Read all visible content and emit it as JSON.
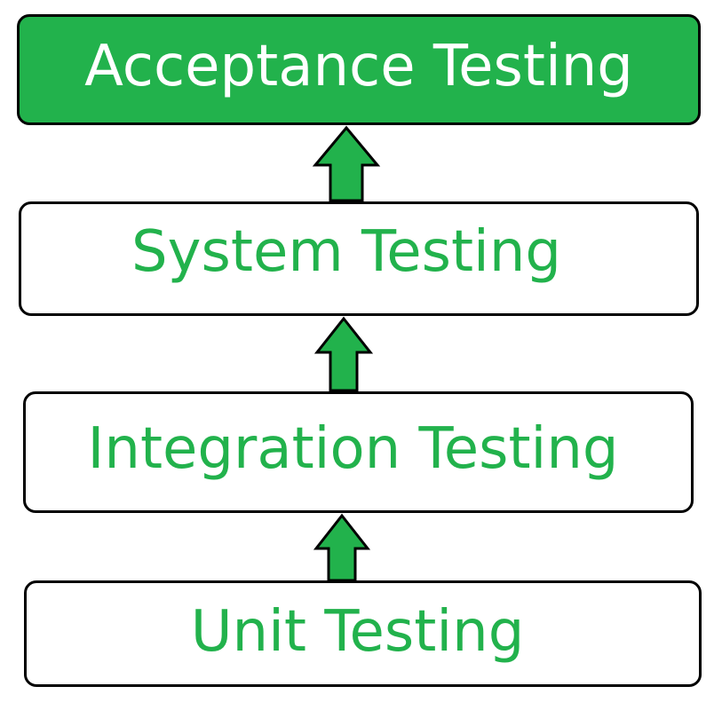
{
  "colors": {
    "accent": "#22b24c",
    "border": "#000000",
    "highlight_text": "#ffffff",
    "box_fill": "#ffffff"
  },
  "levels": [
    {
      "id": "acceptance",
      "label": "Acceptance Testing",
      "highlighted": true
    },
    {
      "id": "system",
      "label": "System Testing",
      "highlighted": false
    },
    {
      "id": "integration",
      "label": "Integration Testing",
      "highlighted": false
    },
    {
      "id": "unit",
      "label": "Unit Testing",
      "highlighted": false
    }
  ],
  "connectors": [
    {
      "from": "system",
      "to": "acceptance",
      "icon": "arrow-up-icon"
    },
    {
      "from": "integration",
      "to": "system",
      "icon": "arrow-up-icon"
    },
    {
      "from": "unit",
      "to": "integration",
      "icon": "arrow-up-icon"
    }
  ]
}
